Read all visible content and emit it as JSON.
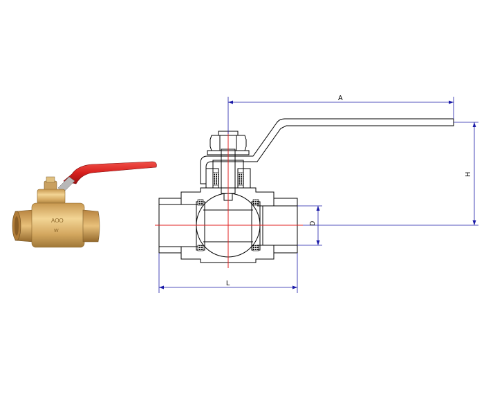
{
  "figure": {
    "photo_caption": "",
    "photo_body_marking": "AOO"
  },
  "dimensions": {
    "a": "A",
    "h": "H",
    "d": "D",
    "l": "L"
  },
  "colors": {
    "outline": "#000000",
    "dimension_line": "#1a1aa8",
    "centerline": "#e02020",
    "handle_red": "#d8201e",
    "brass": "#d4a860",
    "seal": "#1a1a1a"
  }
}
